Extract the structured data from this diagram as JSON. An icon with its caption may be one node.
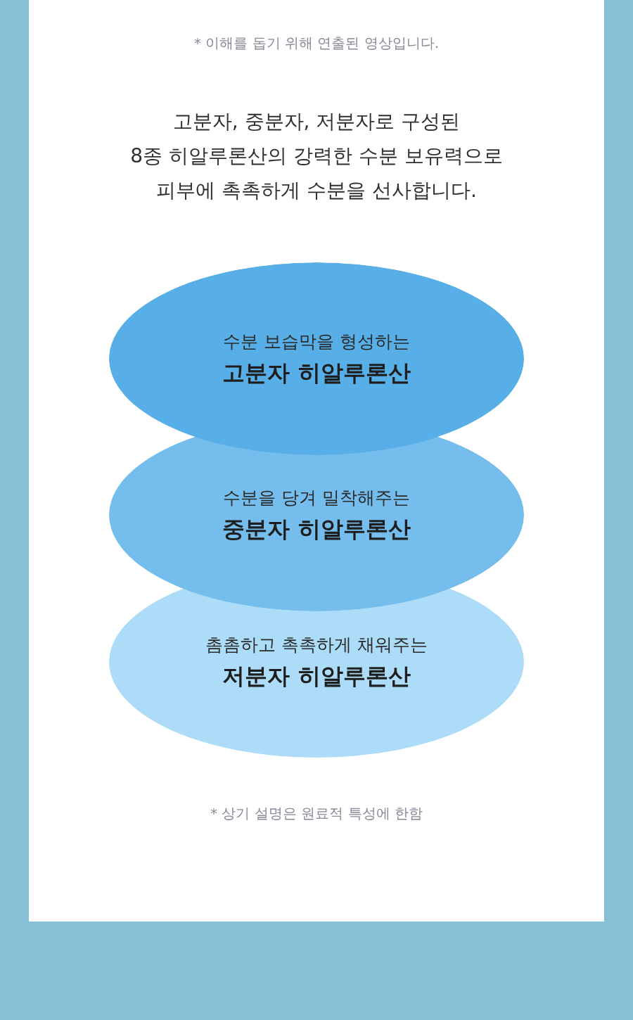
{
  "diagram": {
    "title": "고분자, 중분자, 저분자로 구성된 8종 히알루론산의 강력한 수분 보유력으로 피부에 촉촉하게 수분을 선사합니다.",
    "nodes": [
      {
        "text": [
          "수분 보습막을 형성하는",
          "고분자 히알루론산"
        ]
      },
      {
        "text": [
          "수분을 당겨 밀착해주는",
          "중분자 히알루론산"
        ]
      },
      {
        "text": [
          "촘촘하고 촉촉하게 채워주는",
          "저분자 히알루론산"
        ]
      }
    ],
    "labels": [
      "* 이해를 돕기 위해 연출된 영상입니다.",
      "* 상기 설명은 원료적 특성에 한함"
    ]
  }
}
